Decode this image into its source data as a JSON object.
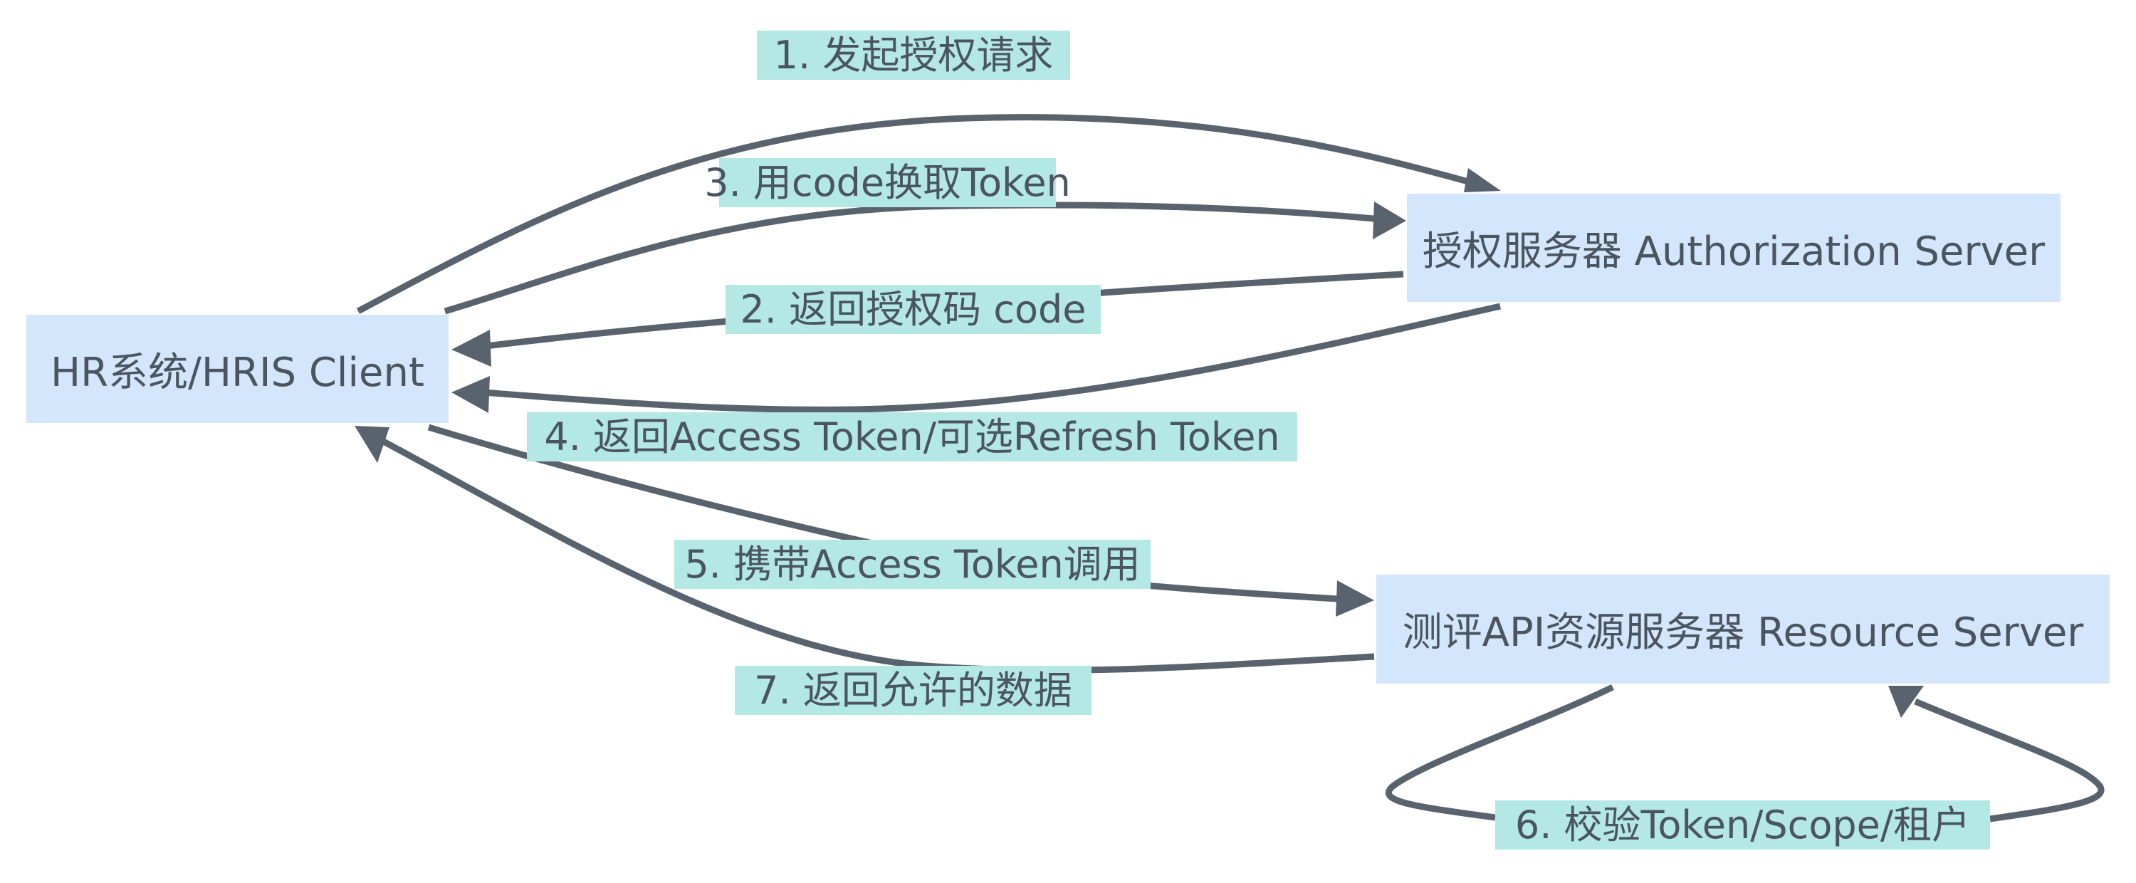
{
  "diagram": {
    "type": "flowchart",
    "nodes": [
      {
        "id": "client",
        "label": "HR系统/HRIS Client"
      },
      {
        "id": "auth",
        "label": "授权服务器 Authorization Server"
      },
      {
        "id": "resource",
        "label": "测评API资源服务器 Resource Server"
      }
    ],
    "edges": [
      {
        "id": "e1",
        "from": "client",
        "to": "auth",
        "label": "1. 发起授权请求"
      },
      {
        "id": "e2",
        "from": "auth",
        "to": "client",
        "label": "2. 返回授权码 code"
      },
      {
        "id": "e3",
        "from": "client",
        "to": "auth",
        "label": "3. 用code换取Token"
      },
      {
        "id": "e4",
        "from": "auth",
        "to": "client",
        "label": "4. 返回Access Token/可选Refresh Token"
      },
      {
        "id": "e5",
        "from": "client",
        "to": "resource",
        "label": "5. 携带Access Token调用"
      },
      {
        "id": "e6",
        "from": "resource",
        "to": "resource",
        "label": "6. 校验Token/Scope/租户"
      },
      {
        "id": "e7",
        "from": "resource",
        "to": "client",
        "label": "7. 返回允许的数据"
      }
    ],
    "colors": {
      "node_fill": "#D4E6FC",
      "edge_label_fill": "#B3E8E4",
      "edge_stroke": "#59636E",
      "text": "#4A5560"
    }
  }
}
